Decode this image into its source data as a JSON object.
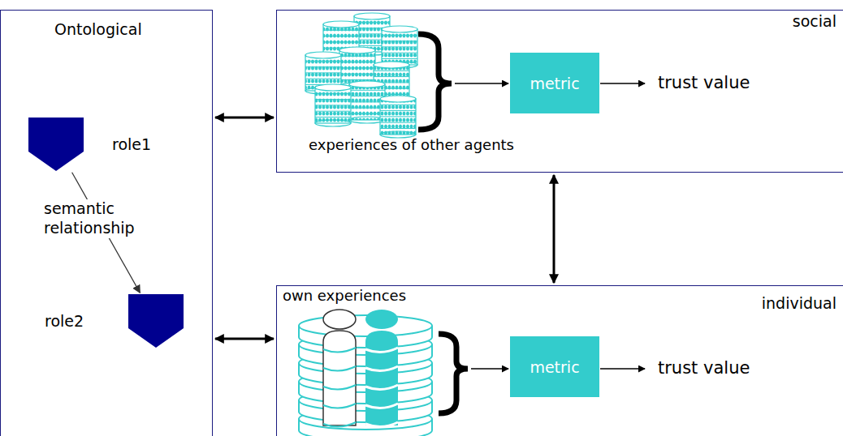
{
  "diagram": {
    "nodes": [
      {
        "text": [
          "Ontological"
        ]
      },
      {
        "text": [
          "role1"
        ],
        "in": 0
      },
      {
        "text": [
          "role2"
        ],
        "in": 0
      },
      {
        "text": [
          "social"
        ]
      },
      {
        "text": [
          "metric"
        ],
        "in": 3
      },
      {
        "text": [
          "individual"
        ]
      },
      {
        "text": [
          "metric"
        ],
        "in": 5
      }
    ],
    "edges": [
      {
        "from": 1,
        "to": 2,
        "arrow": "to",
        "label": "semantic relationship"
      },
      {
        "from": 0,
        "to": 3,
        "arrow": "both"
      },
      {
        "from": 0,
        "to": 5,
        "arrow": "both"
      },
      {
        "from": 3,
        "to": 5,
        "arrow": "both"
      }
    ],
    "labels": [
      "experiences of other agents",
      "trust value",
      "own experiences",
      "trust value"
    ]
  }
}
